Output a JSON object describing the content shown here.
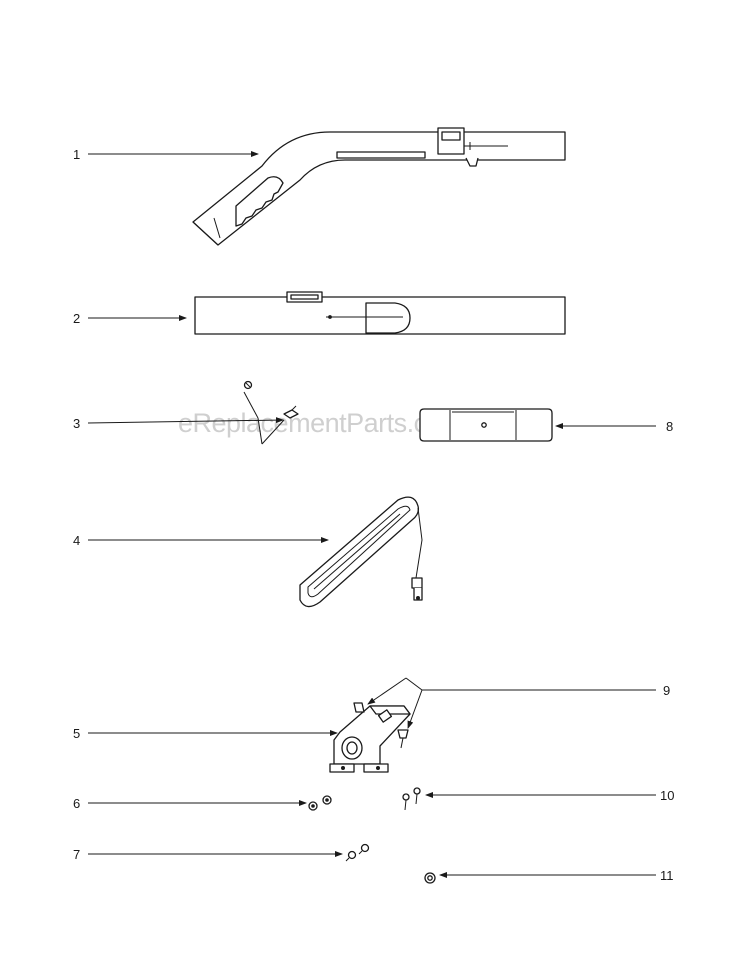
{
  "watermark": "eReplacementParts.com",
  "callouts": [
    {
      "label": "1",
      "part": "wand-curved"
    },
    {
      "label": "2",
      "part": "wand-straight"
    },
    {
      "label": "3",
      "part": "screws"
    },
    {
      "label": "4",
      "part": "belt"
    },
    {
      "label": "5",
      "part": "bracket"
    },
    {
      "label": "6",
      "part": "nuts"
    },
    {
      "label": "7",
      "part": "wing-nuts"
    },
    {
      "label": "8",
      "part": "bumper"
    },
    {
      "label": "9",
      "part": "bracket-screws"
    },
    {
      "label": "10",
      "part": "small-screws"
    },
    {
      "label": "11",
      "part": "washer"
    }
  ]
}
